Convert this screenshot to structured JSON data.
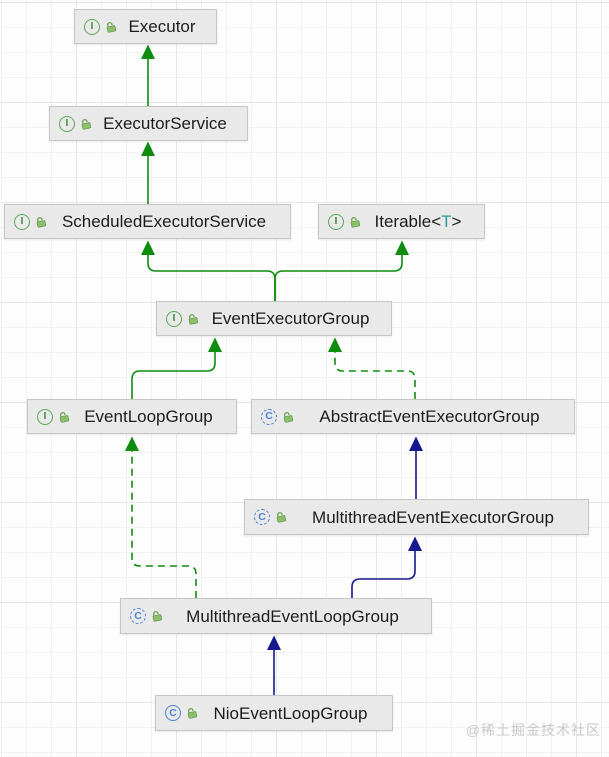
{
  "colors": {
    "canvas_bg": "#fdfdfd",
    "grid_major": "#e7e7e7",
    "grid_minor": "#f2f2f2",
    "interface_edge": "#0e8c0e",
    "class_edge": "#17178f",
    "node_bg": "#e9e9e9",
    "node_border": "#c6c6c6",
    "generic_param": "#2a9c9c",
    "watermark_color": "#c9c9c9"
  },
  "watermark": {
    "text": "@稀土掘金技术社区"
  },
  "diagram": {
    "nodes": [
      {
        "label": "Executor",
        "kind": "interface",
        "icon": "interface-icon",
        "icon_letter": "I"
      },
      {
        "label": "ExecutorService",
        "kind": "interface",
        "icon": "interface-icon",
        "icon_letter": "I"
      },
      {
        "label": "ScheduledExecutorService",
        "kind": "interface",
        "icon": "interface-icon",
        "icon_letter": "I"
      },
      {
        "label": "Iterable",
        "generic_open": "<",
        "generic_param": "T",
        "generic_close": ">",
        "kind": "interface",
        "icon": "interface-icon",
        "icon_letter": "I"
      },
      {
        "label": "EventExecutorGroup",
        "kind": "interface",
        "icon": "interface-icon",
        "icon_letter": "I"
      },
      {
        "label": "EventLoopGroup",
        "kind": "interface",
        "icon": "interface-icon",
        "icon_letter": "I"
      },
      {
        "label": "AbstractEventExecutorGroup",
        "kind": "abstract-class",
        "icon": "abstract-class-icon",
        "icon_letter": "C"
      },
      {
        "label": "MultithreadEventExecutorGroup",
        "kind": "abstract-class",
        "icon": "abstract-class-icon",
        "icon_letter": "C"
      },
      {
        "label": "MultithreadEventLoopGroup",
        "kind": "abstract-class",
        "icon": "abstract-class-icon",
        "icon_letter": "C"
      },
      {
        "label": "NioEventLoopGroup",
        "kind": "class",
        "icon": "class-icon",
        "icon_letter": "C"
      }
    ],
    "edges": [
      {
        "from": "ExecutorService",
        "to": "Executor",
        "relation": "extends",
        "style": "solid-green"
      },
      {
        "from": "ScheduledExecutorService",
        "to": "ExecutorService",
        "relation": "extends",
        "style": "solid-green"
      },
      {
        "from": "EventExecutorGroup",
        "to": "ScheduledExecutorService",
        "relation": "extends",
        "style": "solid-green"
      },
      {
        "from": "EventExecutorGroup",
        "to": "Iterable<T>",
        "relation": "extends",
        "style": "solid-green"
      },
      {
        "from": "EventLoopGroup",
        "to": "EventExecutorGroup",
        "relation": "extends",
        "style": "solid-green"
      },
      {
        "from": "AbstractEventExecutorGroup",
        "to": "EventExecutorGroup",
        "relation": "implements",
        "style": "dashed-green"
      },
      {
        "from": "MultithreadEventExecutorGroup",
        "to": "AbstractEventExecutorGroup",
        "relation": "extends",
        "style": "solid-navy"
      },
      {
        "from": "MultithreadEventLoopGroup",
        "to": "EventLoopGroup",
        "relation": "implements",
        "style": "dashed-green"
      },
      {
        "from": "MultithreadEventLoopGroup",
        "to": "MultithreadEventExecutorGroup",
        "relation": "extends",
        "style": "solid-navy"
      },
      {
        "from": "NioEventLoopGroup",
        "to": "MultithreadEventLoopGroup",
        "relation": "extends",
        "style": "solid-navy"
      }
    ]
  }
}
